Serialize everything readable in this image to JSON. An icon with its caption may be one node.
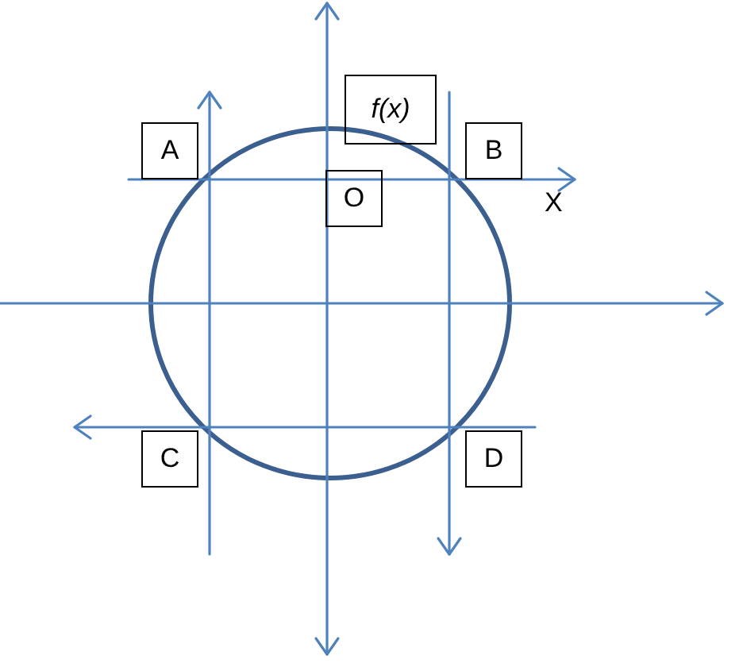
{
  "diagram": {
    "nodes": [
      {
        "text": [
          "f(x)"
        ]
      },
      {
        "text": [
          "A"
        ]
      },
      {
        "text": [
          "B"
        ]
      },
      {
        "text": [
          "O"
        ]
      },
      {
        "text": [
          "C"
        ]
      },
      {
        "text": [
          "D"
        ]
      }
    ],
    "labels": [
      "X"
    ]
  }
}
